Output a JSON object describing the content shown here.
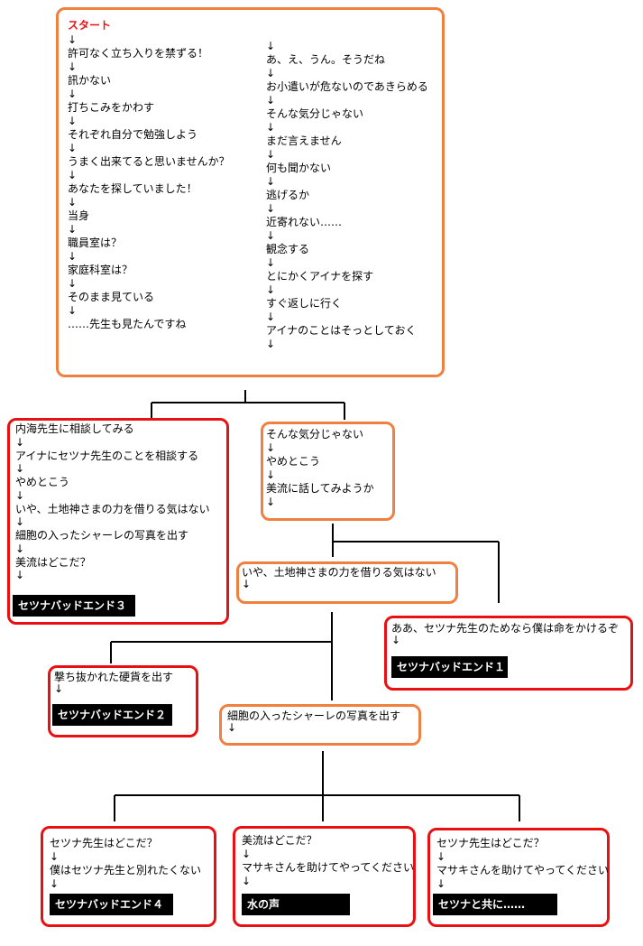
{
  "start": {
    "label": "スタート",
    "left_column": [
      "許可なく立ち入りを禁ずる！",
      "訊かない",
      "打ちこみをかわす",
      "それぞれ自分で勉強しよう",
      "うまく出来てると思いませんか？",
      "あなたを探していました！",
      "当身",
      "職員室は？",
      "家庭科室は？",
      "そのまま見ている",
      "……先生も見たんですね"
    ],
    "right_column": [
      "あ、え、うん。そうだね",
      "お小遣いが危ないのであきらめる",
      "そんな気分じゃない",
      "まだ言えません",
      "何も聞かない",
      "逃げるか",
      "近寄れない……",
      "観念する",
      "とにかくアイナを探す",
      "すぐ返しに行く",
      "アイナのことはそっとしておく"
    ]
  },
  "branch_a": {
    "steps": [
      "内海先生に相談してみる",
      "アイナにセツナ先生のことを相談する",
      "やめとこう",
      "いや、土地神さまの力を借りる気はない",
      "細胞の入ったシャーレの写真を出す",
      "美流はどこだ？"
    ],
    "ending": "セツナバッドエンド３"
  },
  "branch_b": {
    "steps": [
      "そんな気分じゃない",
      "やめとこう",
      "美流に話してみようか"
    ]
  },
  "branch_b1": {
    "steps": [
      "いや、土地神さまの力を借りる気はない"
    ]
  },
  "branch_b2": {
    "steps": [
      "ああ、セツナ先生のためなら僕は命をかけるぞ"
    ],
    "ending": "セツナバッドエンド１"
  },
  "branch_c": {
    "steps": [
      "撃ち抜かれた硬貨を出す"
    ],
    "ending": "セツナバッドエンド２"
  },
  "branch_d": {
    "steps": [
      "細胞の入ったシャーレの写真を出す"
    ]
  },
  "end_1": {
    "steps": [
      "セツナ先生はどこだ？",
      "僕はセツナ先生と別れたくない"
    ],
    "ending": "セツナバッドエンド４"
  },
  "end_2": {
    "steps": [
      "美流はどこだ？",
      "マサキさんを助けてやってください"
    ],
    "ending": "水の声"
  },
  "end_3": {
    "steps": [
      "セツナ先生はどこだ？",
      "マサキさんを助けてやってください"
    ],
    "ending": "セツナと共に……"
  },
  "arrow_glyph": "↓"
}
